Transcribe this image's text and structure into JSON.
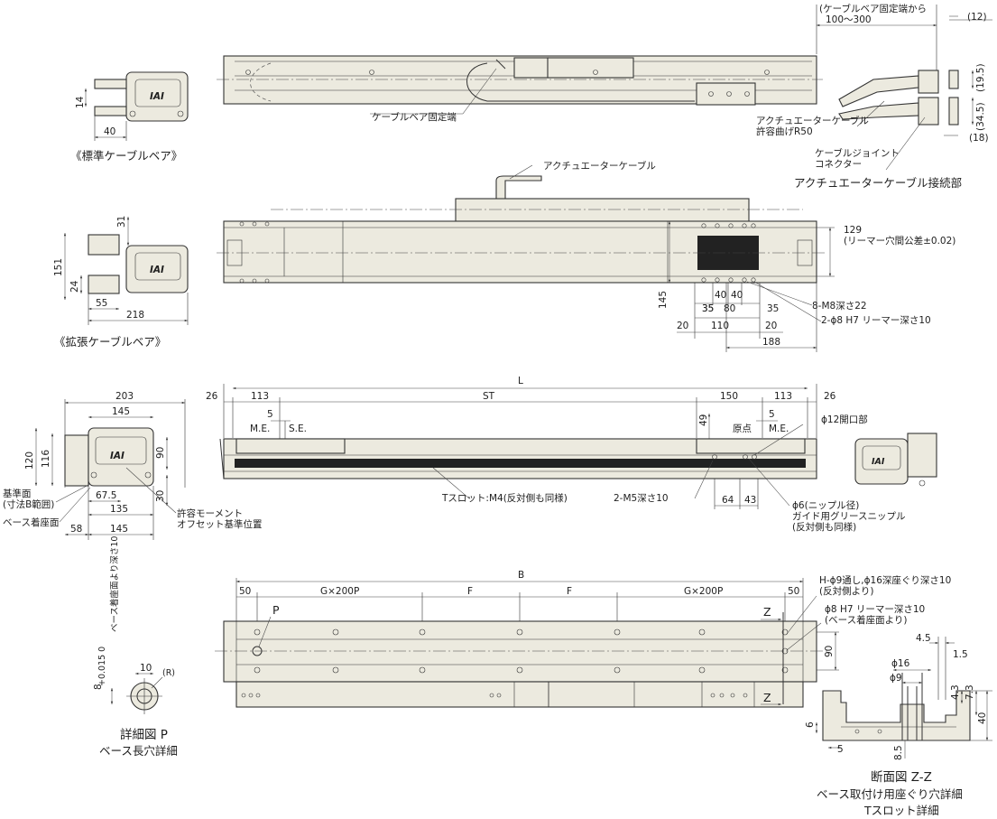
{
  "colors": {
    "body_fill": "#eceadf",
    "line": "#333333",
    "block": "#222222"
  },
  "views": {
    "standard_cable_bear": {
      "title": "《標準ケーブルベア》",
      "dims": [
        "14",
        "40"
      ],
      "logo": "IAI"
    },
    "extended_cable_bear": {
      "title": "《拡張ケーブルベア》",
      "dims": [
        "31",
        "151",
        "24",
        "55",
        "218"
      ],
      "logo": "IAI"
    },
    "top_view": {
      "label_cable_fixed_end": "ケーブルベア固定端"
    },
    "cable_connection": {
      "title": "アクチュエーターケーブル接続部",
      "fixed_end_note_1": "(ケーブルベア固定端から",
      "fixed_end_note_2": "100〜300",
      "dims": [
        "(12)",
        "(19.5)",
        "(34.5)",
        "(18)"
      ],
      "label_cable_1": "アクチュエーターケーブル",
      "label_cable_2": "許容曲げR50",
      "label_joint_1": "ケーブルジョイント",
      "label_joint_2": "コネクター"
    },
    "plan_view": {
      "label_actuator_cable": "アクチュエーターケーブル",
      "dim_129": "129",
      "dim_129_note": "(リーマー穴間公差±0.02)",
      "dim_145": "145",
      "dims_row1": [
        "35",
        "40",
        "40"
      ],
      "dims_row2": [
        "35",
        "80",
        "35"
      ],
      "dims_row3": [
        "20",
        "110",
        "20"
      ],
      "dim_188": "188",
      "note_tap": "8-M8深さ22",
      "note_reamer": "2-ϕ8 H7 リーマー深さ10"
    },
    "side_view": {
      "dim_L": "L",
      "dim_ST": "ST",
      "dim_26_left": "26",
      "dim_113_left": "113",
      "dim_150": "150",
      "dim_113_right": "113",
      "dim_26_right": "26",
      "dim_5_left": "5",
      "label_me_left": "M.E.",
      "label_se": "S.E.",
      "dim_5_right": "5",
      "label_origin": "原点",
      "label_me_right": "M.E.",
      "dim_49": "49",
      "dim_64": "64",
      "dim_43": "43",
      "note_opening": "ϕ12開口部",
      "note_tslot": "Tスロット:M4(反対側も同様)",
      "note_m5": "2-M5深さ10",
      "note_nipple_1": "ϕ6(ニップル径)",
      "note_nipple_2": "ガイド用グリースニップル",
      "note_nipple_3": "(反対側も同様)"
    },
    "end_view": {
      "dims": [
        "203",
        "145",
        "120",
        "116",
        "90",
        "67.5",
        "30",
        "135",
        "58",
        "145"
      ],
      "note_ref_1": "基準面",
      "note_ref_2": "(寸法B範囲)",
      "note_base": "ベース着座面",
      "note_moment_1": "許容モーメント",
      "note_moment_2": "オフセット基準位置",
      "logo": "IAI"
    },
    "bottom_view": {
      "dim_B": "B",
      "dim_50_left": "50",
      "dim_g_left": "G×200P",
      "dim_f1": "F",
      "dim_f2": "F",
      "dim_g_right": "G×200P",
      "dim_50_right": "50",
      "label_P": "P",
      "label_Z_top": "Z",
      "label_Z_bottom": "Z",
      "dim_90": "90",
      "note_h_1": "H-ϕ9通し,ϕ16深座ぐり深さ10",
      "note_h_2": "(反対側より)",
      "note_reamer_1": "ϕ8 H7 リーマー深さ10",
      "note_reamer_2": "(ベース着座面より)"
    },
    "detail_p": {
      "title": "詳細図 P",
      "subtitle": "ベース長穴詳細",
      "dim_10": "10",
      "label_R": "(R)",
      "tol_8": "8",
      "tol_note": "+0.015  0",
      "depth_note": "ベース着座面より深さ10"
    },
    "section_zz": {
      "title": "断面図 Z-Z",
      "subtitle_1": "ベース取付け用座ぐり穴詳細",
      "subtitle_2": "Tスロット詳細",
      "dims": [
        "4.5",
        "1.5",
        "ϕ16",
        "ϕ9",
        "4.3",
        "7.3",
        "6",
        "40",
        "5",
        "8.5"
      ]
    }
  }
}
